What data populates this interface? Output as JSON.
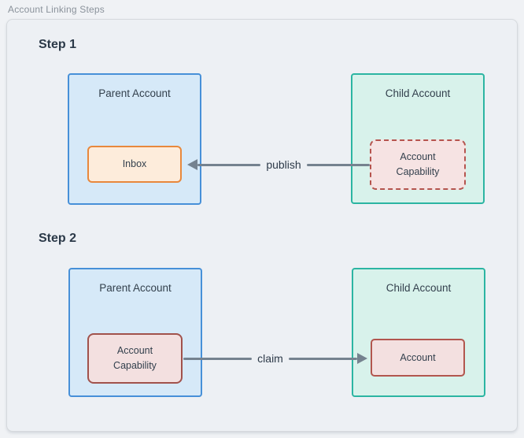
{
  "app": {
    "title": "Account Linking Steps"
  },
  "colors": {
    "canvas_bg": "#edf0f4",
    "parent_fill": "#d6e9f8",
    "parent_border": "#4790d8",
    "child_fill": "#d8f2eb",
    "child_border": "#2cb5a2",
    "inbox_fill": "#fdecdb",
    "inbox_border": "#e8883c",
    "capability_fill": "#f3e0e0",
    "capability_border": "#b5544e",
    "arrow": "#75828f",
    "text": "#2e3b4a"
  },
  "steps": [
    {
      "label": "Step 1",
      "parent_box": {
        "title": "Parent Account",
        "inner": "Inbox"
      },
      "child_box": {
        "title": "Child Account",
        "inner": "Account Capability"
      },
      "arrow": {
        "label": "publish",
        "direction": "left"
      }
    },
    {
      "label": "Step 2",
      "parent_box": {
        "title": "Parent Account",
        "inner": "Account Capability"
      },
      "child_box": {
        "title": "Child Account",
        "inner": "Account"
      },
      "arrow": {
        "label": "claim",
        "direction": "right"
      }
    }
  ]
}
